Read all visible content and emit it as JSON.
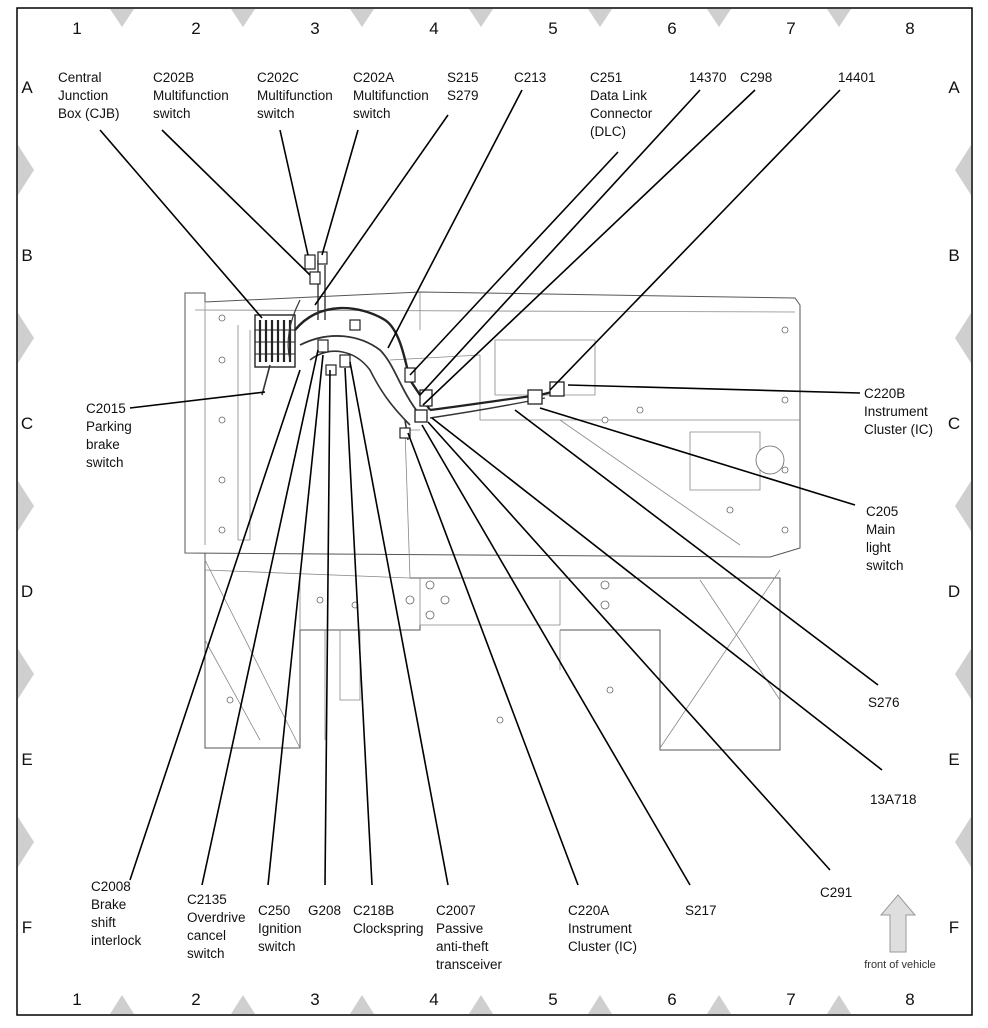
{
  "grid": {
    "columns": [
      "1",
      "2",
      "3",
      "4",
      "5",
      "6",
      "7",
      "8"
    ],
    "rows": [
      "A",
      "B",
      "C",
      "D",
      "E",
      "F"
    ]
  },
  "labels": [
    {
      "id": "cjb",
      "lines": [
        "Central",
        "Junction",
        "Box (CJB)"
      ]
    },
    {
      "id": "c202b",
      "lines": [
        "C202B",
        "Multifunction",
        "switch"
      ]
    },
    {
      "id": "c202c",
      "lines": [
        "C202C",
        "Multifunction",
        "switch"
      ]
    },
    {
      "id": "c202a",
      "lines": [
        "C202A",
        "Multifunction",
        "switch"
      ]
    },
    {
      "id": "s215",
      "lines": [
        "S215",
        "S279"
      ]
    },
    {
      "id": "c213",
      "lines": [
        "C213"
      ]
    },
    {
      "id": "c251",
      "lines": [
        "C251",
        "Data Link",
        "Connector",
        "(DLC)"
      ]
    },
    {
      "id": "n14370",
      "lines": [
        "14370"
      ]
    },
    {
      "id": "c298",
      "lines": [
        "C298"
      ]
    },
    {
      "id": "n14401",
      "lines": [
        "14401"
      ]
    },
    {
      "id": "c2015",
      "lines": [
        "C2015",
        "Parking",
        "brake",
        "switch"
      ]
    },
    {
      "id": "c220b",
      "lines": [
        "C220B",
        "Instrument",
        "Cluster (IC)"
      ]
    },
    {
      "id": "c205",
      "lines": [
        "C205",
        "Main",
        "light",
        "switch"
      ]
    },
    {
      "id": "s276",
      "lines": [
        "S276"
      ]
    },
    {
      "id": "n13a718",
      "lines": [
        "13A718"
      ]
    },
    {
      "id": "c291",
      "lines": [
        "C291"
      ]
    },
    {
      "id": "s217",
      "lines": [
        "S217"
      ]
    },
    {
      "id": "c220a",
      "lines": [
        "C220A",
        "Instrument",
        "Cluster (IC)"
      ]
    },
    {
      "id": "c2007",
      "lines": [
        "C2007",
        "Passive",
        "anti-theft",
        "transceiver"
      ]
    },
    {
      "id": "c218b",
      "lines": [
        "C218B",
        "Clockspring"
      ]
    },
    {
      "id": "g208",
      "lines": [
        "G208"
      ]
    },
    {
      "id": "c250",
      "lines": [
        "C250",
        "Ignition",
        "switch"
      ]
    },
    {
      "id": "c2135",
      "lines": [
        "C2135",
        "Overdrive",
        "cancel",
        "switch"
      ]
    },
    {
      "id": "c2008",
      "lines": [
        "C2008",
        "Brake",
        "shift",
        "interlock"
      ]
    }
  ],
  "front_label": "front of vehicle",
  "colors": {
    "frame": "#000000",
    "triangles": "#cfcfcf",
    "arrow": "#d9d9d9"
  }
}
